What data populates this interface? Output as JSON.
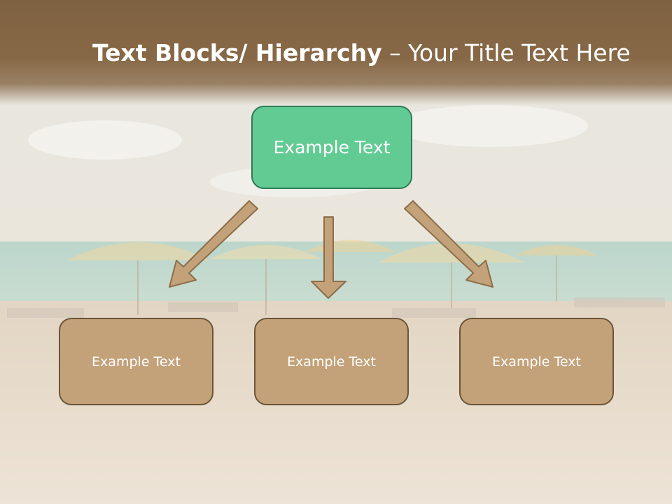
{
  "title": {
    "bold": "Text Blocks/ Hierarchy",
    "rest": " – Your Title Text Here"
  },
  "hierarchy": {
    "root": "Example Text",
    "children": [
      "Example Text",
      "Example Text",
      "Example Text"
    ]
  },
  "colors": {
    "header": "#876846",
    "root_fill": "#62cb93",
    "child_fill": "#c3a27a",
    "arrow_fill": "#c3a27a"
  },
  "background": "beach-with-umbrellas-photo"
}
